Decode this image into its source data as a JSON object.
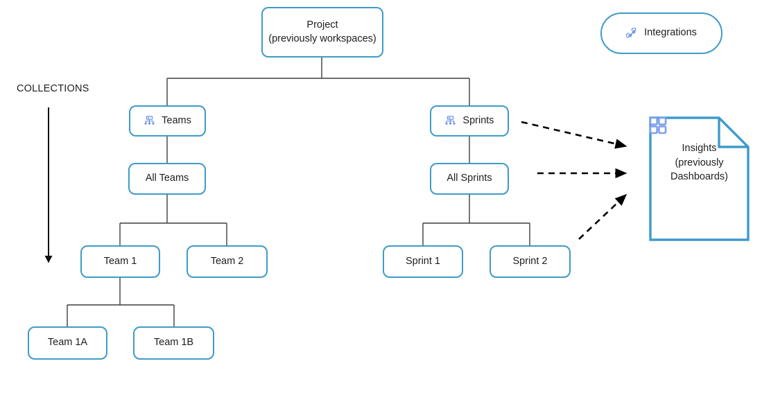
{
  "diagram": {
    "title_label": "COLLECTIONS",
    "colors": {
      "node_border": "#3f9ac9",
      "connector": "#3d3d3d",
      "arrow": "#000000",
      "icon_blue": "#6d93e8",
      "text": "#1d1d1d",
      "background": "#ffffff"
    }
  },
  "nodes": {
    "project": {
      "label": "Project\n(previously workspaces)",
      "shape": "rounded-rect"
    },
    "integrations": {
      "label": "Integrations",
      "icon": "integrations-link-icon",
      "shape": "pill"
    },
    "teams": {
      "label": "Teams",
      "icon": "hierarchy-icon",
      "shape": "rounded-rect"
    },
    "sprints": {
      "label": "Sprints",
      "icon": "hierarchy-icon",
      "shape": "rounded-rect"
    },
    "all_teams": {
      "label": "All Teams",
      "shape": "rounded-rect"
    },
    "all_sprints": {
      "label": "All Sprints",
      "shape": "rounded-rect"
    },
    "team_1": {
      "label": "Team 1",
      "shape": "rounded-rect"
    },
    "team_2": {
      "label": "Team 2",
      "shape": "rounded-rect"
    },
    "sprint_1": {
      "label": "Sprint 1",
      "shape": "rounded-rect"
    },
    "sprint_2": {
      "label": "Sprint 2",
      "shape": "rounded-rect"
    },
    "team_1a": {
      "label": "Team 1A",
      "shape": "rounded-rect"
    },
    "team_1b": {
      "label": "Team 1B",
      "shape": "rounded-rect"
    },
    "insights": {
      "label": "Insights\n(previously\nDashboards)",
      "icon": "dashboard-grid-icon",
      "shape": "document"
    }
  },
  "edges": [
    {
      "from": "project",
      "to": "teams",
      "style": "solid"
    },
    {
      "from": "project",
      "to": "sprints",
      "style": "solid"
    },
    {
      "from": "teams",
      "to": "all_teams",
      "style": "solid"
    },
    {
      "from": "all_teams",
      "to": "team_1",
      "style": "solid"
    },
    {
      "from": "all_teams",
      "to": "team_2",
      "style": "solid"
    },
    {
      "from": "team_1",
      "to": "team_1a",
      "style": "solid"
    },
    {
      "from": "team_1",
      "to": "team_1b",
      "style": "solid"
    },
    {
      "from": "sprints",
      "to": "all_sprints",
      "style": "solid"
    },
    {
      "from": "all_sprints",
      "to": "sprint_1",
      "style": "solid"
    },
    {
      "from": "all_sprints",
      "to": "sprint_2",
      "style": "solid"
    },
    {
      "from": "sprints",
      "to": "insights",
      "style": "dashed-arrow"
    },
    {
      "from": "all_sprints",
      "to": "insights",
      "style": "dashed-arrow"
    },
    {
      "from": "sprint_2",
      "to": "insights",
      "style": "dashed-arrow"
    }
  ],
  "collections_arrow": {
    "label": "COLLECTIONS",
    "direction": "down"
  }
}
